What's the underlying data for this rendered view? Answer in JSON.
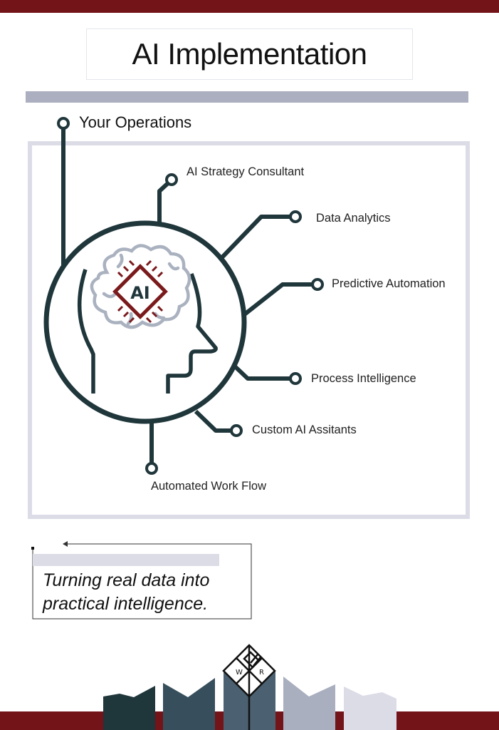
{
  "header": {
    "title": "AI Implementation"
  },
  "diagram": {
    "root_label": "Your Operations",
    "center_badge": "AI",
    "center_icon": "ai-head-brain-chip-icon",
    "branches": [
      {
        "label": "AI Strategy Consultant"
      },
      {
        "label": "Data Analytics"
      },
      {
        "label": "Predictive Automation"
      },
      {
        "label": "Process Intelligence"
      },
      {
        "label": "Custom AI Assitants"
      },
      {
        "label": "Automated Work Flow"
      }
    ]
  },
  "tagline": {
    "line1": "Turning real data into",
    "line2": "practical intelligence."
  },
  "logo": {
    "letter_left": "W",
    "letter_right": "R"
  },
  "colors": {
    "brand_red": "#731419",
    "line_dark": "#1f363b",
    "brain_grey": "#aab2c0",
    "chip_red": "#7a1a1c",
    "frame_lavender": "#dcdce7",
    "bar_grey": "#abafbf"
  }
}
